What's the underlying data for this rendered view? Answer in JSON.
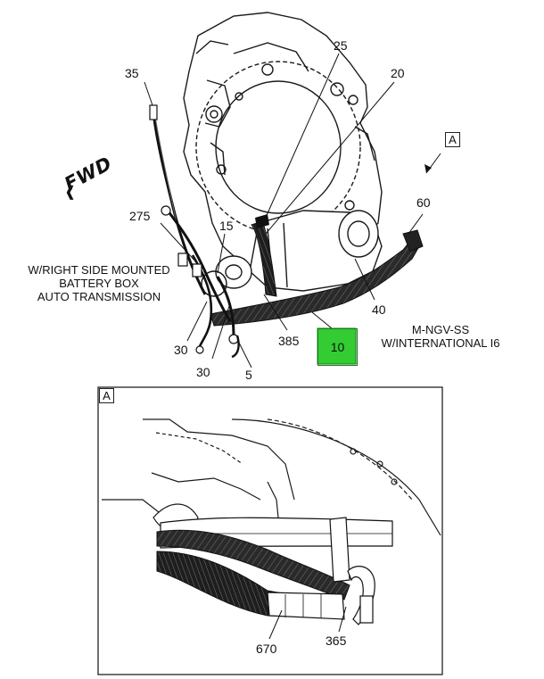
{
  "colors": {
    "highlight": "#33cc33",
    "line": "#1a1a1a",
    "harness_dark": "#151515"
  },
  "direction": {
    "text": "FWD",
    "icon": "forward-arrow-icon"
  },
  "main_view": {
    "callouts": {
      "c35": "35",
      "c25": "25",
      "c20": "20",
      "c275": "275",
      "c15": "15",
      "c60": "60",
      "c40": "40",
      "c30a": "30",
      "c30b": "30",
      "c385": "385",
      "c5": "5",
      "c10": "10"
    },
    "view_ref_label": "A",
    "note_left": [
      "W/RIGHT SIDE MOUNTED",
      "BATTERY BOX",
      "AUTO TRANSMISSION"
    ],
    "note_right": [
      "M-NGV-SS",
      "W/INTERNATIONAL I6"
    ]
  },
  "detail_view": {
    "label": "A",
    "callouts": {
      "c670": "670",
      "c365": "365"
    }
  }
}
